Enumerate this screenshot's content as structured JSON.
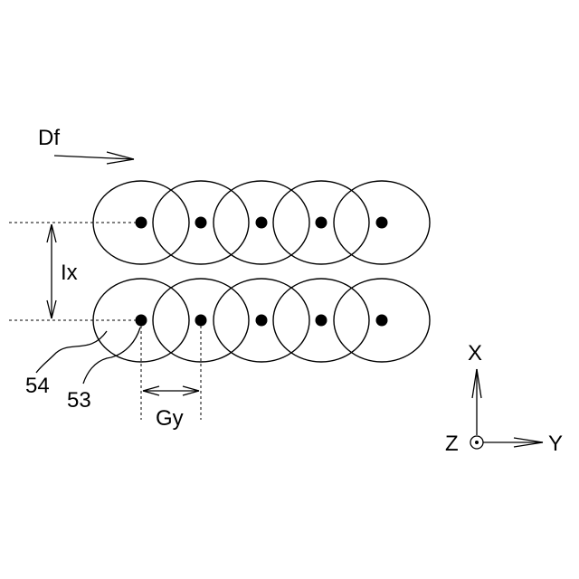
{
  "labels": {
    "feed_direction": "Df",
    "row_pitch": "Ix",
    "dot_pitch": "Gy",
    "ref_spot": "54",
    "ref_center": "53",
    "axis_x": "X",
    "axis_y": "Y",
    "axis_z": "Z"
  },
  "rows": [
    {
      "spots": 5
    },
    {
      "spots": 5
    }
  ]
}
